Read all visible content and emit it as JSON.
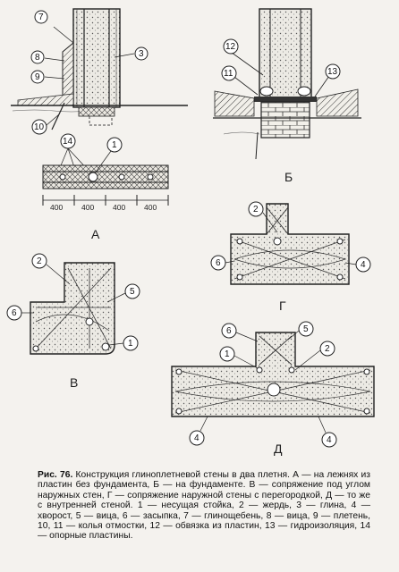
{
  "figure": {
    "panels": {
      "A": "А",
      "B": "Б",
      "V": "В",
      "G": "Г",
      "D": "Д"
    },
    "dimensions": [
      "400",
      "400",
      "400",
      "400"
    ],
    "callouts": {
      "c1": "1",
      "c2": "2",
      "c3": "3",
      "c4": "4",
      "c5": "5",
      "c6": "6",
      "c7": "7",
      "c8": "8",
      "c9": "9",
      "c10": "10",
      "c11": "11",
      "c12": "12",
      "c13": "13",
      "c14": "14"
    }
  },
  "caption": {
    "label": "Рис. 76.",
    "text": "Конструкция глинoплетневой стены в два плетня. А — на лежнях из пластин без фундамента, Б — на фундаменте. В — сопряжение под углом наружных стен, Г — сопряжение наружной стены с перегородкой, Д — то же с внутренней стеной. 1 — несущая стойка, 2 — жердь, 3 — глина, 4 — хворост, 5 — вица, 6 — засыпка, 7 — глинощебень, 8 — вица, 9 — плетень, 10, 11 — колья отмостки, 12 — обвязка из пластин, 13 — гидроизоляция, 14 — опорные пластины."
  }
}
